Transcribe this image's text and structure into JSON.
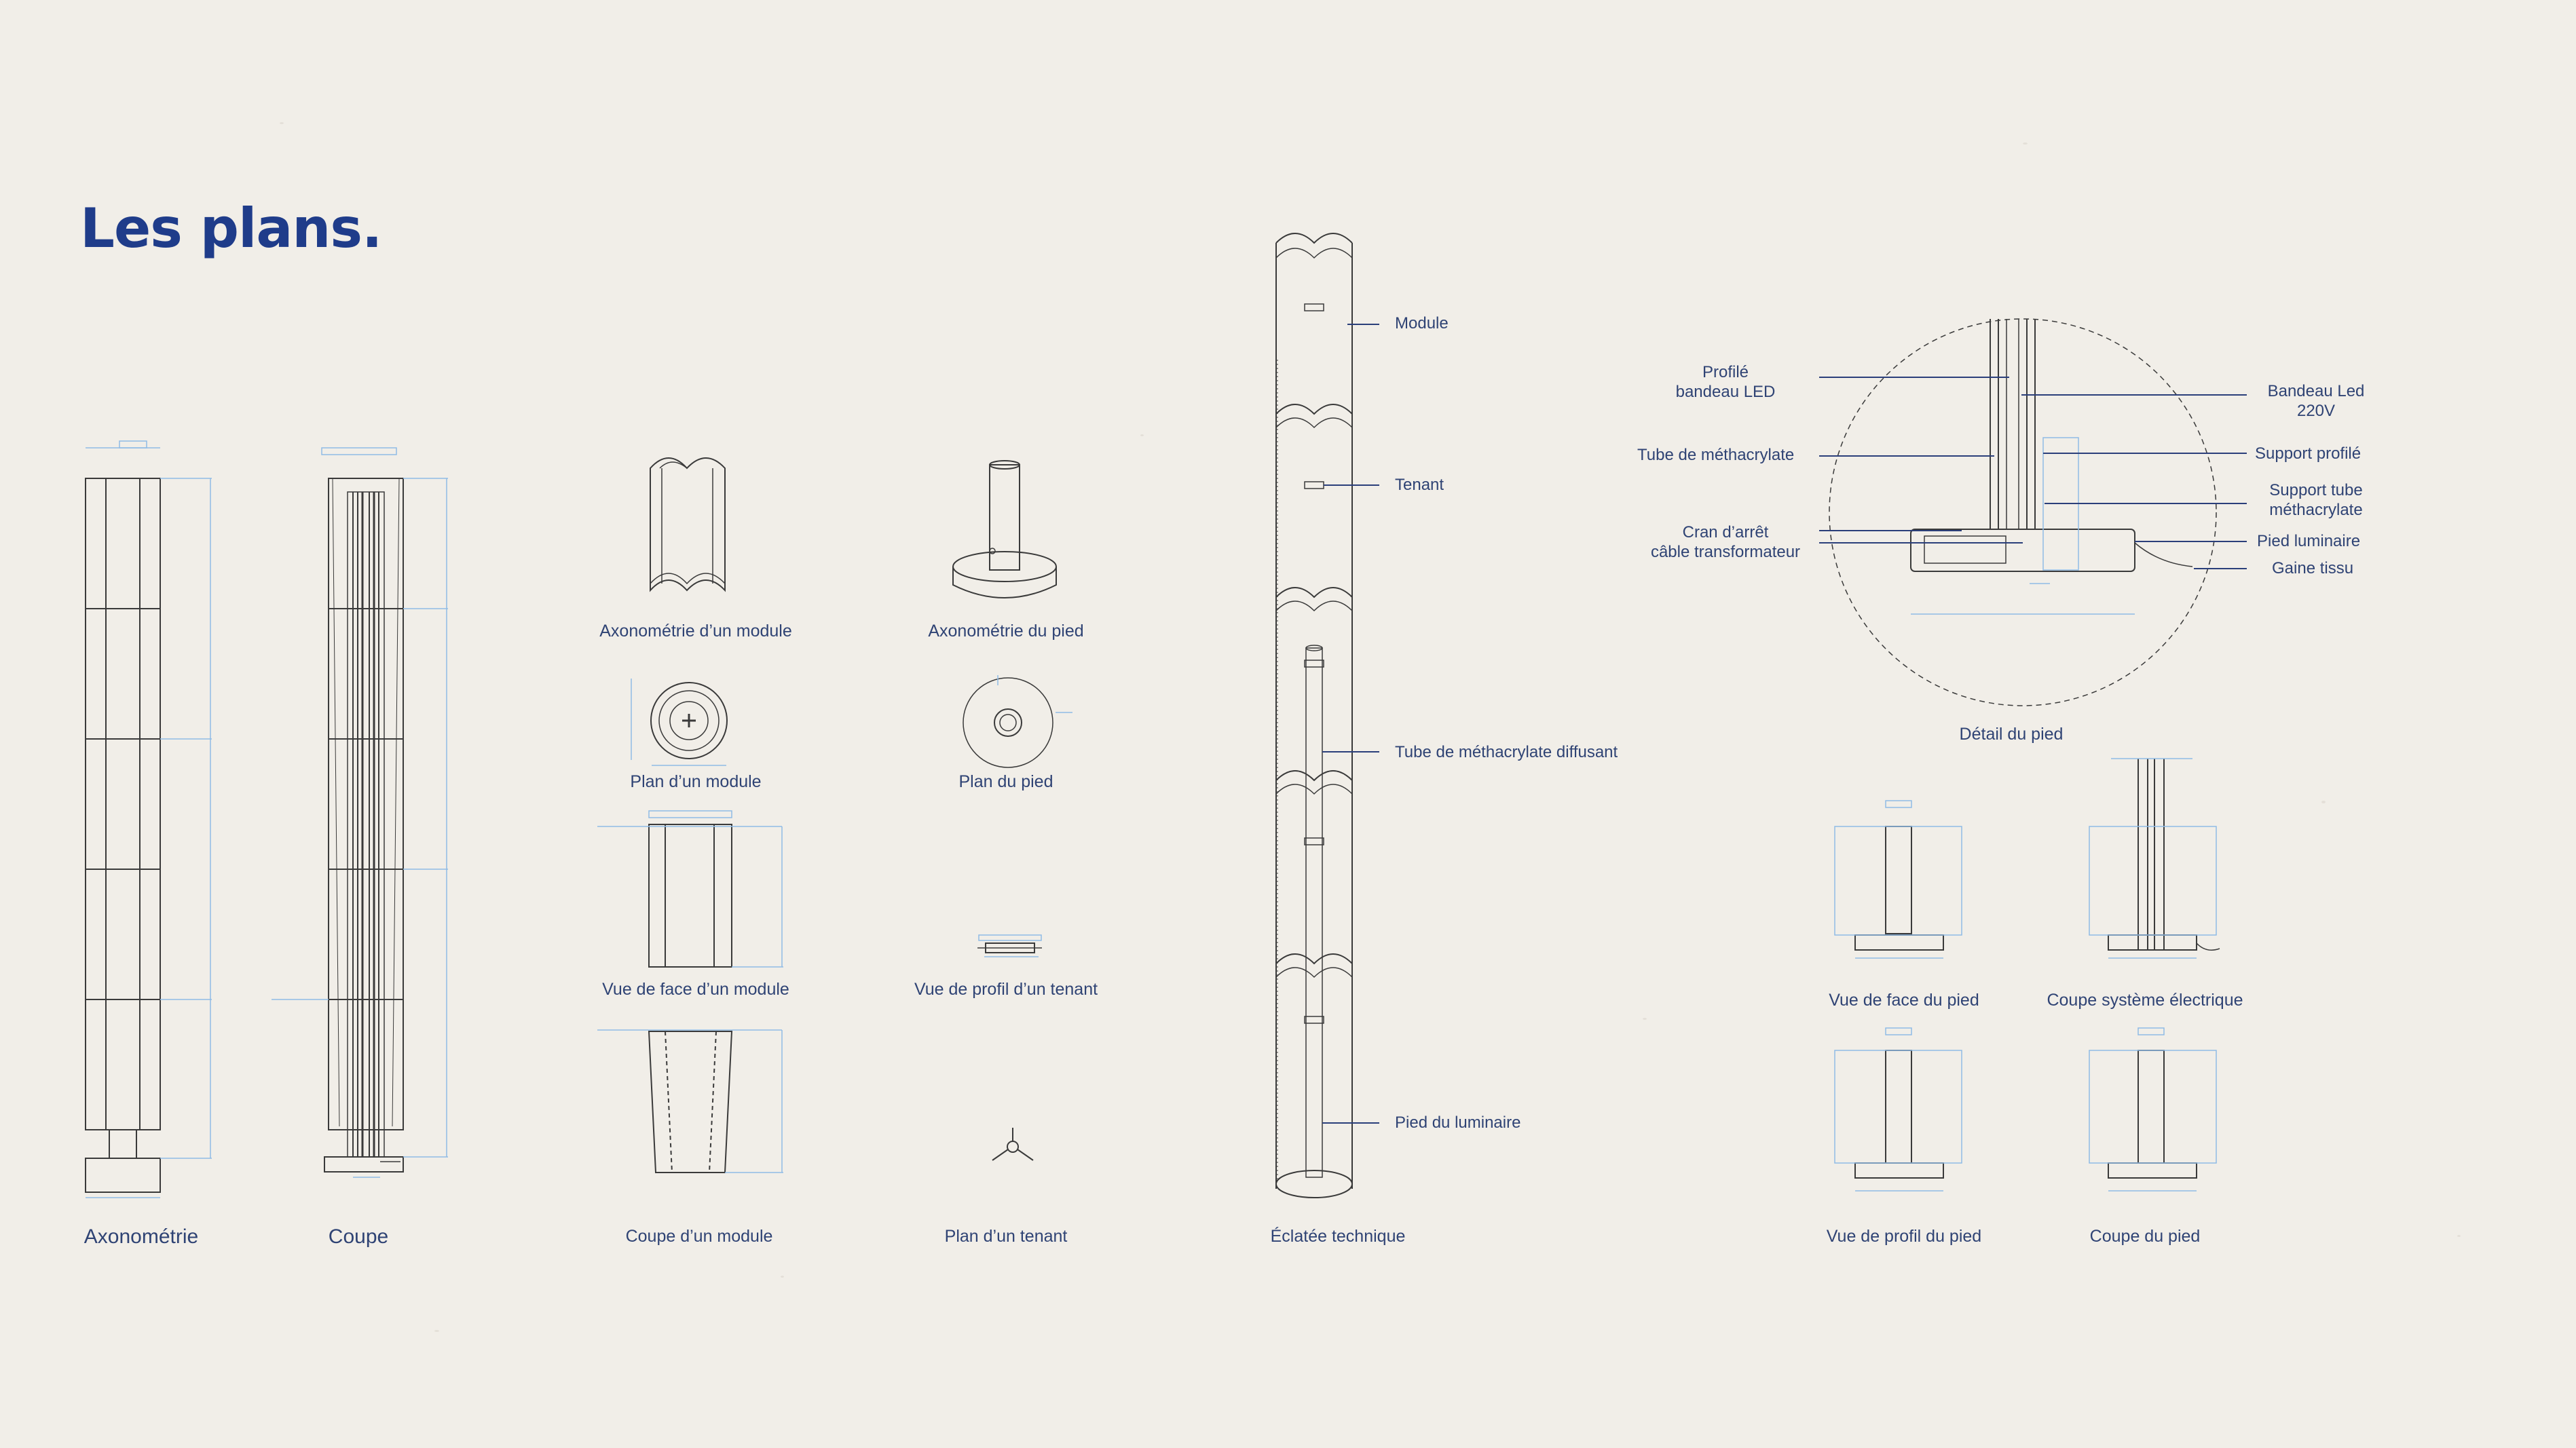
{
  "title": "Les plans.",
  "captions": {
    "axonometrie": "Axonométrie",
    "coupe": "Coupe",
    "axo_module": "Axonométrie d’un module",
    "axo_pied": "Axonométrie du pied",
    "plan_module": "Plan d’un module",
    "plan_pied": "Plan du pied",
    "face_module": "Vue de face d’un module",
    "profil_tenant": "Vue de profil d’un tenant",
    "coupe_module": "Coupe d’un module",
    "plan_tenant": "Plan d’un tenant",
    "eclatee": "Éclatée technique",
    "detail_pied": "Détail du pied",
    "face_pied": "Vue de face du pied",
    "coupe_elec": "Coupe système électrique",
    "profil_pied": "Vue de profil du pied",
    "coupe_pied": "Coupe du pied"
  },
  "eclatee_labels": {
    "module": "Module",
    "tenant": "Tenant",
    "tube": "Tube de méthacrylate diffusant",
    "pied": "Pied du luminaire"
  },
  "detail_labels": {
    "profile_led": "Profilé\nbandeau LED",
    "tube_metha": "Tube de méthacrylate",
    "cran": "Cran d’arrêt\ncâble transformateur",
    "bandeau": "Bandeau Led\n220V",
    "support_profile": "Support profilé",
    "support_tube": "Support tube\nméthacrylate",
    "pied_luminaire": "Pied luminaire",
    "gaine": "Gaine tissu"
  },
  "colors": {
    "background": "#f1eee8",
    "title": "#1f3c8a",
    "text": "#2f4374",
    "line": "#3a3a3a",
    "dimension": "#7fb0e0",
    "leader": "#2b3f7a"
  }
}
